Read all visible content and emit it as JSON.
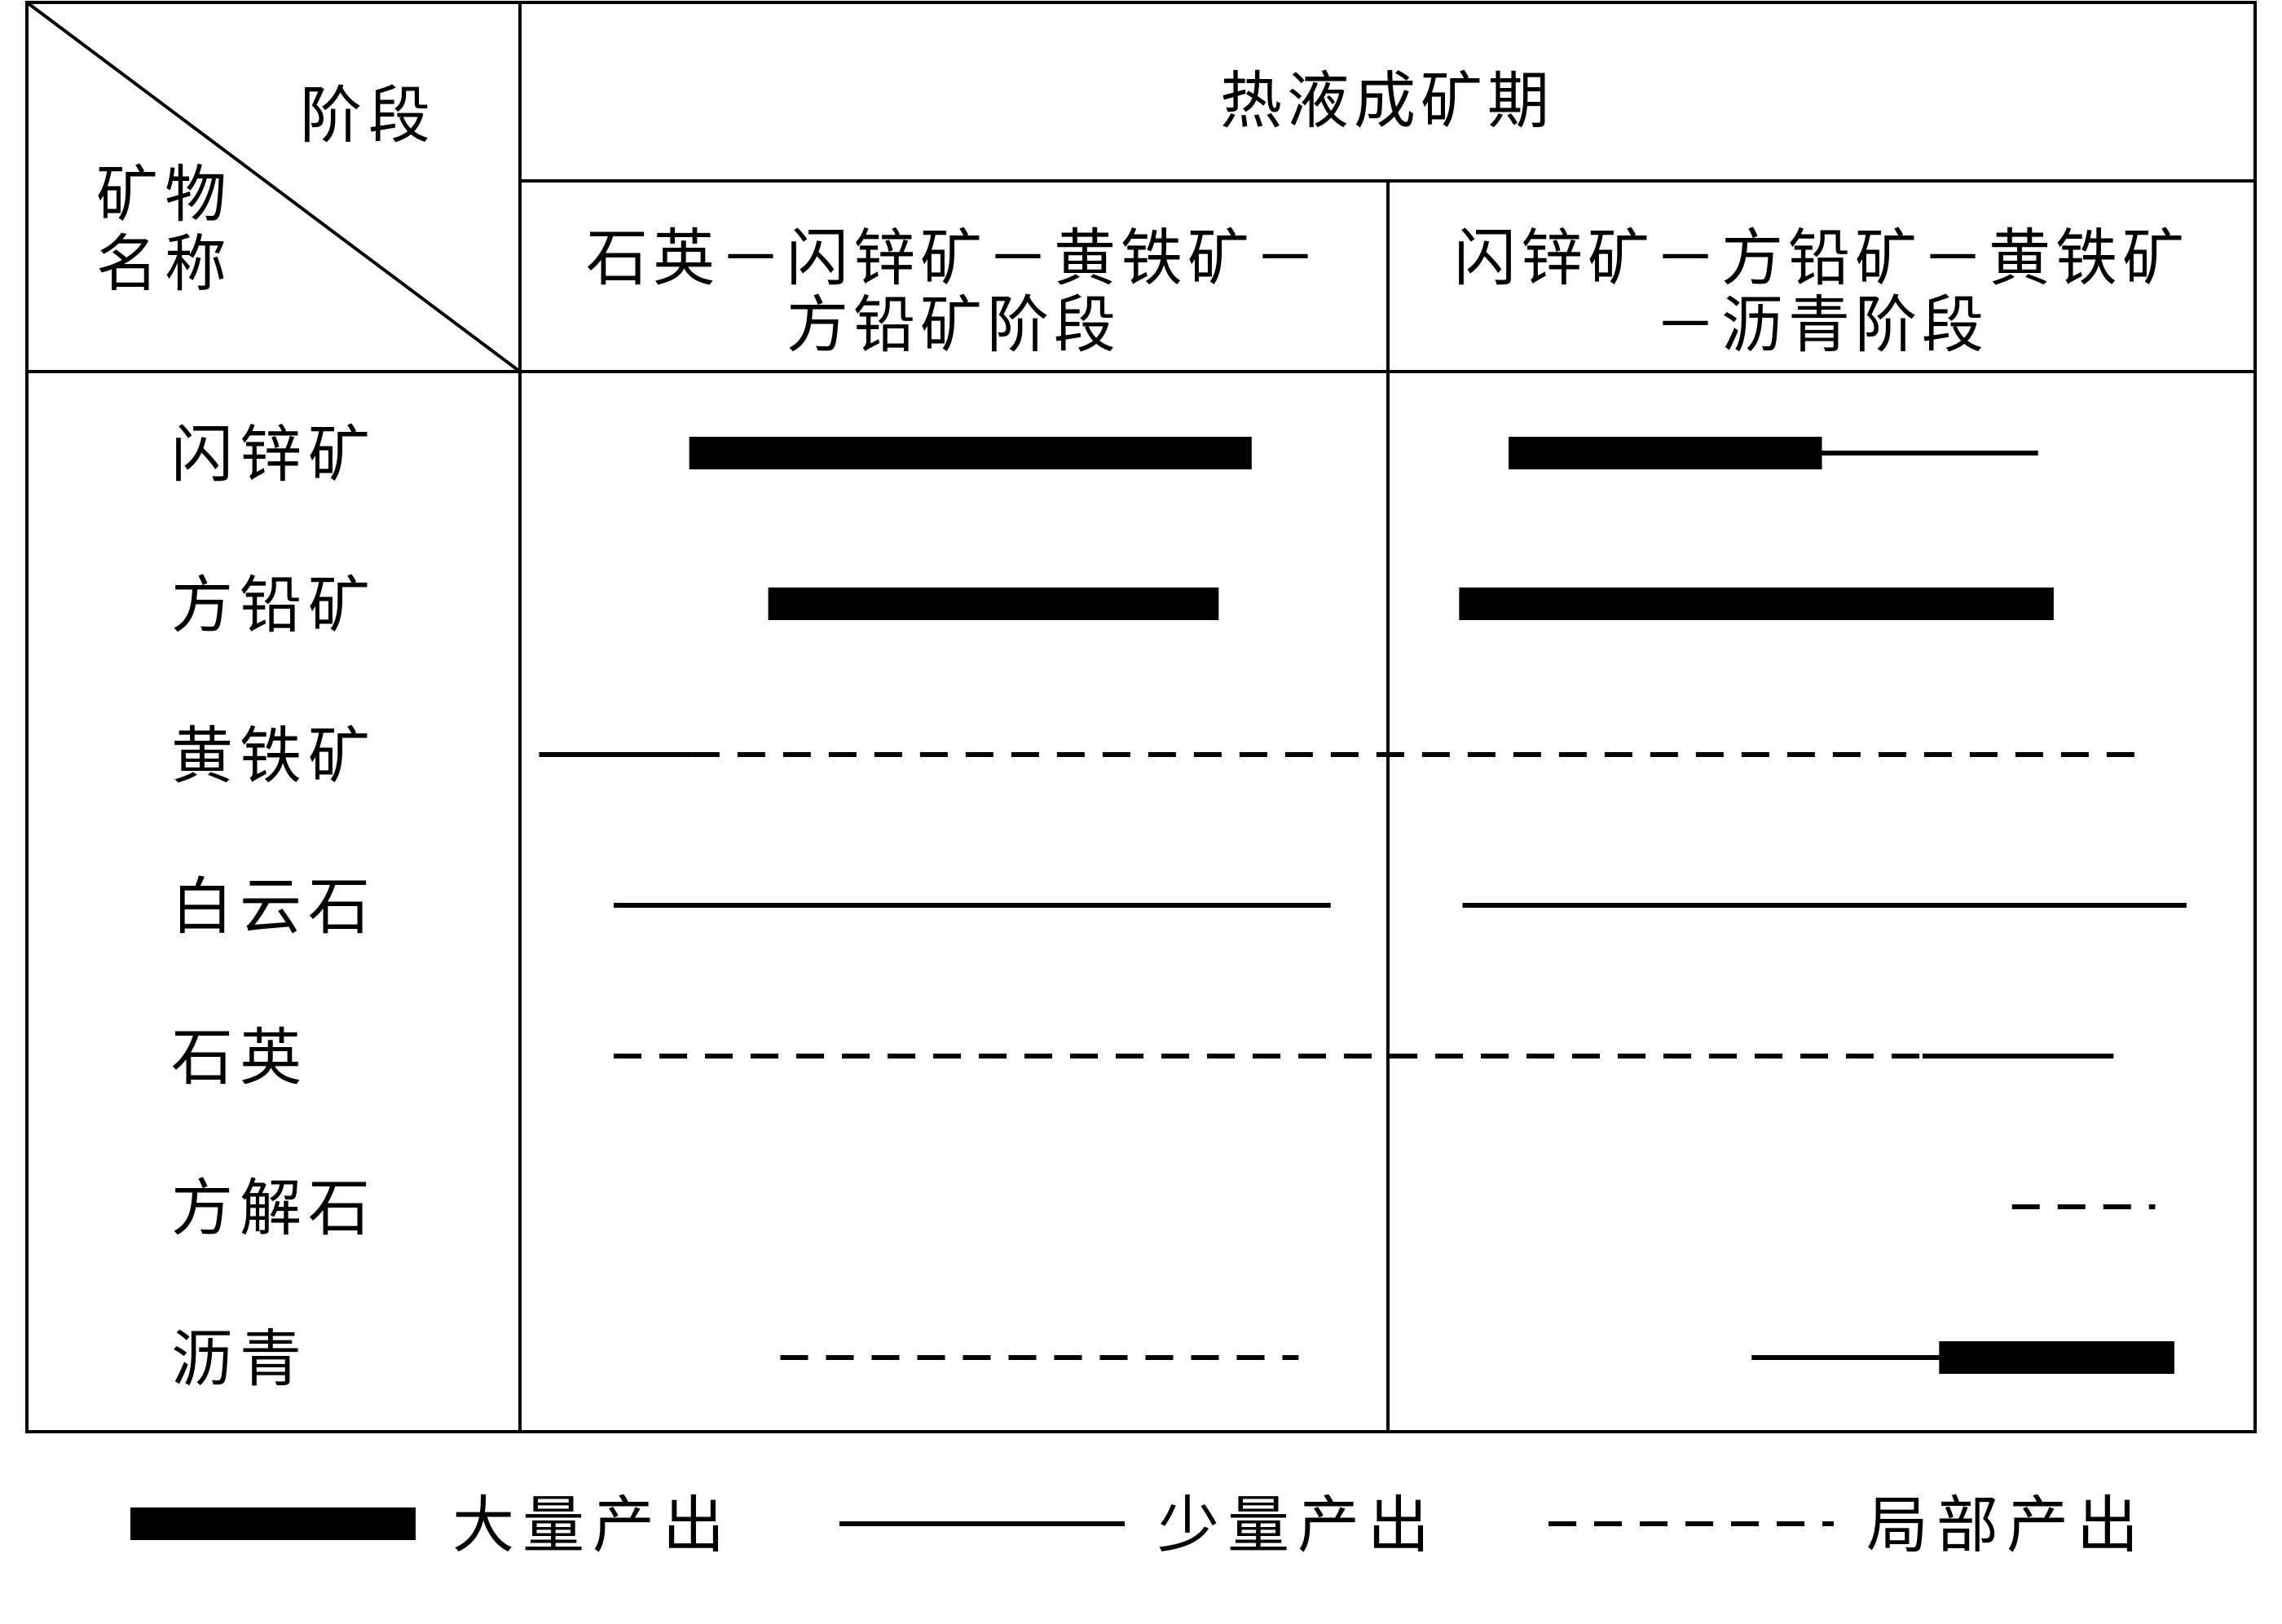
{
  "header": {
    "stage_label": "阶段",
    "mineral_label_line1": "矿物",
    "mineral_label_line2": "名称",
    "period": "热液成矿期",
    "stages": [
      {
        "line1": "石英－闪锌矿－黄铁矿－",
        "line2": "方铅矿阶段"
      },
      {
        "line1": "闪锌矿－方铅矿－黄铁矿",
        "line2": "－沥青阶段"
      }
    ]
  },
  "legend": [
    {
      "style": "major",
      "label": "大量产出"
    },
    {
      "style": "minor",
      "label": "少量产出"
    },
    {
      "style": "local",
      "label": "局部产出"
    }
  ],
  "minerals": [
    {
      "name": "闪锌矿",
      "segments": [
        {
          "style": "major",
          "start": 0.195,
          "end": 0.843
        },
        {
          "style": "major",
          "start": 1.139,
          "end": 1.5
        },
        {
          "style": "minor",
          "start": 1.5,
          "end": 1.749
        }
      ]
    },
    {
      "name": "方铅矿",
      "segments": [
        {
          "style": "major",
          "start": 0.286,
          "end": 0.805
        },
        {
          "style": "major",
          "start": 1.082,
          "end": 1.767
        }
      ]
    },
    {
      "name": "黄铁矿",
      "segments": [
        {
          "style": "minor",
          "start": 0.022,
          "end": 0.198
        },
        {
          "style": "local",
          "start": 0.198,
          "end": 1.869
        }
      ]
    },
    {
      "name": "白云石",
      "segments": [
        {
          "style": "minor",
          "start": 0.108,
          "end": 0.934
        },
        {
          "style": "minor",
          "start": 1.086,
          "end": 1.92
        }
      ]
    },
    {
      "name": "石英",
      "segments": [
        {
          "style": "local",
          "start": 0.108,
          "end": 1.616
        },
        {
          "style": "minor",
          "start": 1.616,
          "end": 1.836
        }
      ]
    },
    {
      "name": "方解石",
      "segments": [
        {
          "style": "local",
          "start": 1.719,
          "end": 1.884
        }
      ]
    },
    {
      "name": "沥青",
      "segments": [
        {
          "style": "local",
          "start": 0.3,
          "end": 0.897
        },
        {
          "style": "minor",
          "start": 1.419,
          "end": 1.635
        },
        {
          "style": "major",
          "start": 1.635,
          "end": 1.906
        }
      ]
    }
  ]
}
